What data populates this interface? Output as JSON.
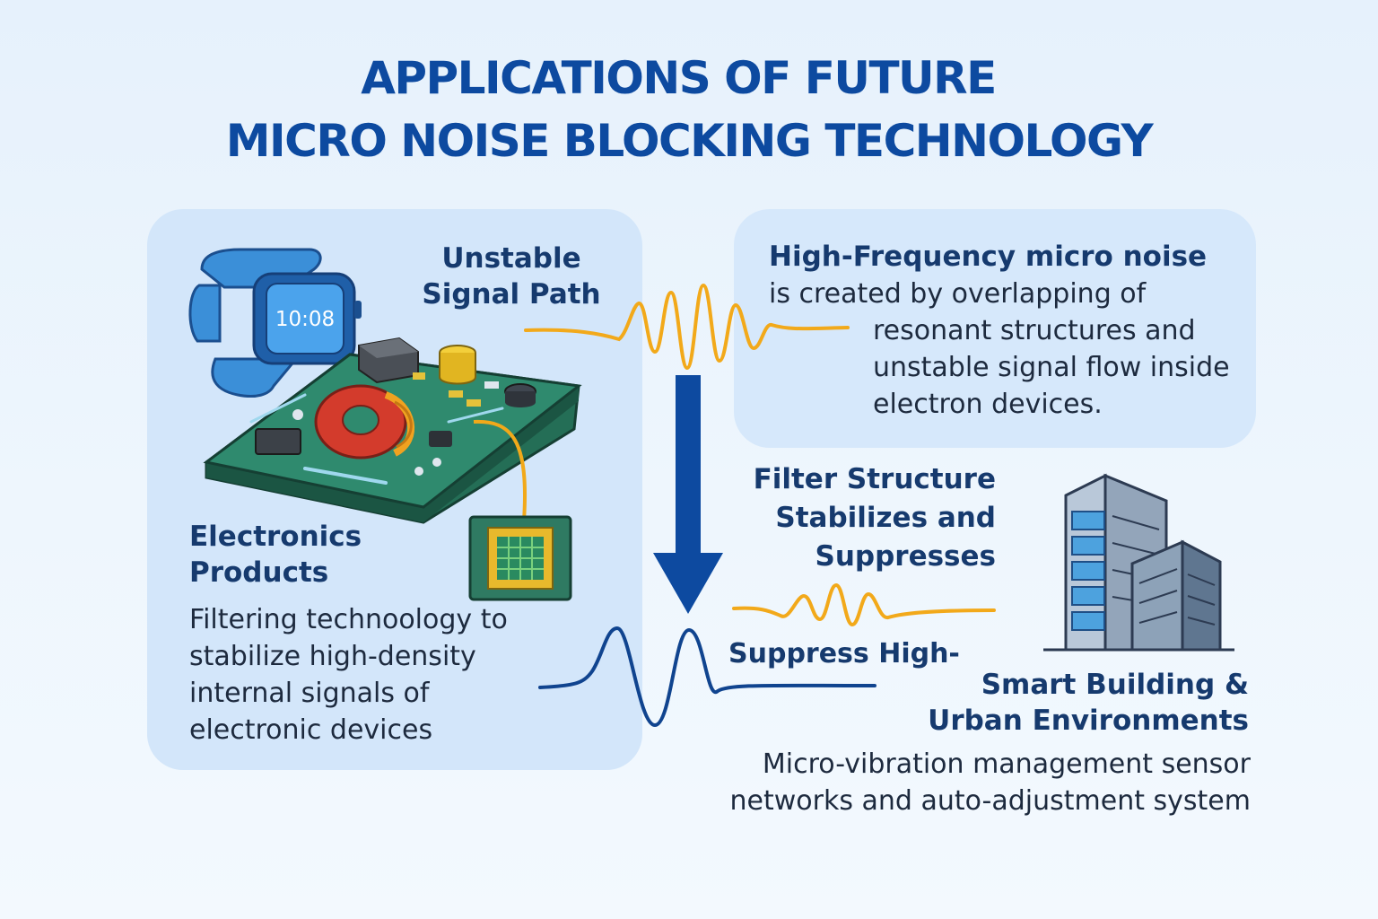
{
  "title": {
    "line1": "APPLICATIONS OF FUTURE",
    "line2": "MICRO NOISE BLOCKING TECHNOLOGY"
  },
  "unstable_path": {
    "line1": "Unstable",
    "line2": "Signal Path"
  },
  "high_frequency": {
    "heading": "High-Frequency micro noise",
    "line1": "is created by overlapping of",
    "rest": "resonant structures and unstable signal flow inside electron devices."
  },
  "electronics": {
    "label_line1": "Electronics",
    "label_line2": "Products",
    "description": "Filtering technoology to stabilize high-density internal signals of electronic devices"
  },
  "filter": {
    "line1": "Filter Structure",
    "line2": "Stabilizes and",
    "line3": "Suppresses"
  },
  "suppress": {
    "label": "Suppress High-"
  },
  "smart_building": {
    "label_line1": "Smart Building &",
    "label_line2": "Urban Environments",
    "description_line1": "Micro-vibration management sensor",
    "description_line2": "networks and auto-adjustment system"
  },
  "watch": {
    "time": "10:08"
  },
  "colors": {
    "title": "#0d4aa0",
    "arrow": "#0d4aa0",
    "noise_wave": "#f2a91a",
    "stable_wave": "#10448f",
    "pcb": "#2f8a6e",
    "panel": "#d3e6fa"
  },
  "icons": [
    "smartwatch-icon",
    "circuit-board-icon",
    "microchip-icon",
    "office-building-icon"
  ]
}
